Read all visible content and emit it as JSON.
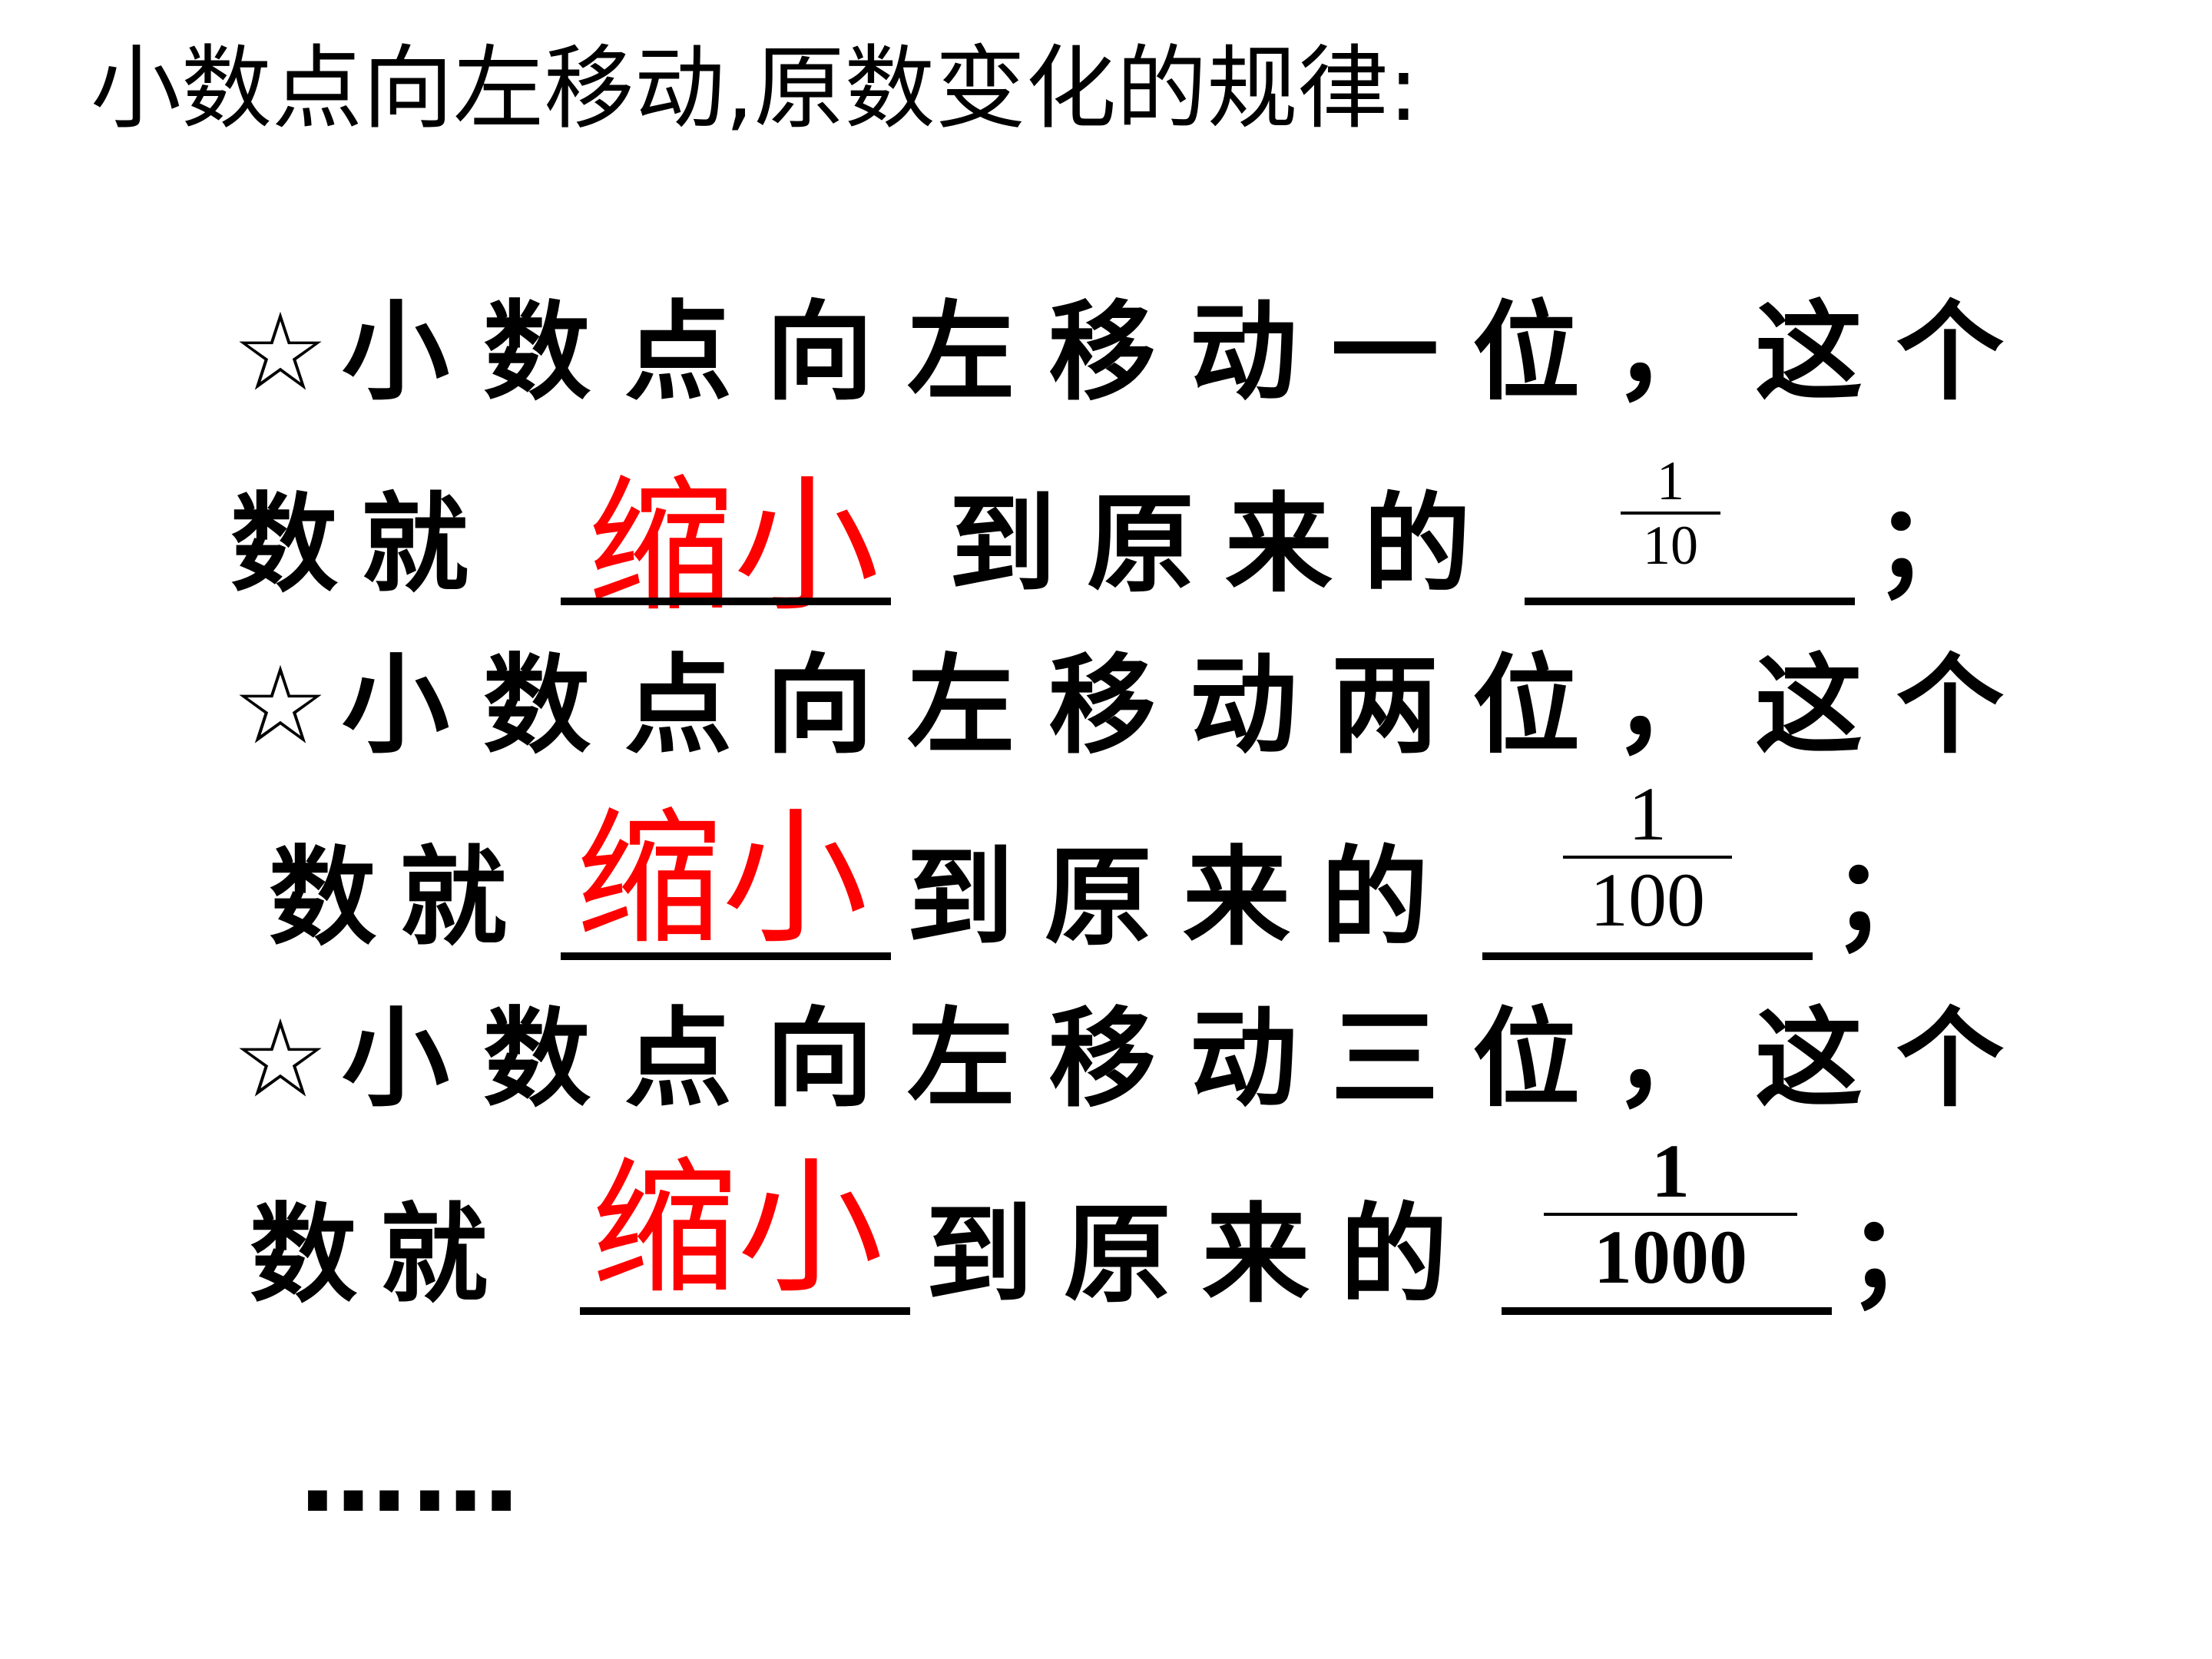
{
  "title": "小数点向左移动,原数变化的规律:",
  "accent_color": "#ff0000",
  "rules": [
    {
      "star": "☆",
      "sentence": "小数点向左移动一位，这个",
      "prefix": "数就",
      "answer": "缩小",
      "middle": "到原来的",
      "fraction_num": "1",
      "fraction_den": "10",
      "end": "；"
    },
    {
      "star": "☆",
      "sentence": "小数点向左移动两位，这个",
      "prefix": "数就",
      "answer": "缩小",
      "middle": "到原来的",
      "fraction_num": "1",
      "fraction_den": "100",
      "end": "；"
    },
    {
      "star": "☆",
      "sentence": "小数点向左移动三位，这个",
      "prefix": "数就",
      "answer": "缩小",
      "middle": "到原来的",
      "fraction_num": "1",
      "fraction_den": "1000",
      "end": "；"
    }
  ],
  "ellipsis": "……"
}
